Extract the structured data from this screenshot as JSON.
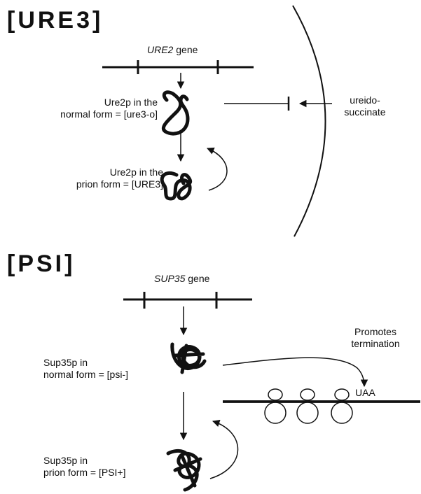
{
  "ure3": {
    "title": "[URE3]",
    "gene_name": "URE2",
    "gene_suffix": " gene",
    "normal_line1": "Ure2p in the",
    "normal_line2": "normal form = [ure3-o]",
    "prion_line1": "Ure2p in the",
    "prion_line2": "prion form = [URE3]",
    "signal_line1": "ureido-",
    "signal_line2": "succinate"
  },
  "psi": {
    "title": "[PSI]",
    "gene_name": "SUP35",
    "gene_suffix": " gene",
    "normal_line1": "Sup35p in",
    "normal_line2": "normal form = [psi-]",
    "prion_line1": "Sup35p in",
    "prion_line2": "prion form = [PSI+]",
    "promotes_line1": "Promotes",
    "promotes_line2": "termination",
    "codon": "UAA"
  }
}
